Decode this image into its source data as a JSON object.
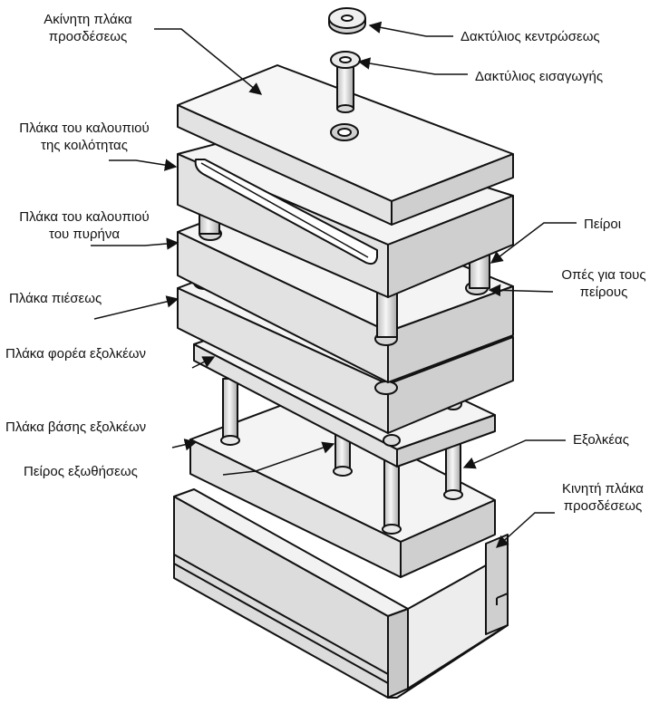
{
  "labels": {
    "fixed_clamping_plate": [
      "Ακίνητη πλάκα",
      "προσδέσεως"
    ],
    "cavity_plate": [
      "Πλάκα του καλουπιού",
      "της κοιλότητας"
    ],
    "core_plate": [
      "Πλάκα του καλουπιού",
      "του πυρήνα"
    ],
    "support_plate": [
      "Πλάκα πιέσεως"
    ],
    "ejector_retainer_plate": [
      "Πλάκα φορέα εξολκέων"
    ],
    "ejector_base_plate": [
      "Πλάκα βάσης εξολκέων"
    ],
    "return_pin": [
      "Πείρος εξωθήσεως"
    ],
    "locating_ring": [
      "Δακτύλιος κεντρώσεως"
    ],
    "sprue_bushing": [
      "Δακτύλιος εισαγωγής"
    ],
    "guide_pins": [
      "Πείροι"
    ],
    "guide_holes": [
      "Οπές για τους",
      "πείρους"
    ],
    "ejector": [
      "Εξολκέας"
    ],
    "moving_clamping_plate": [
      "Κινητή πλάκα",
      "προσδέσεως"
    ]
  },
  "colors": {
    "line": "#111111",
    "top_face": "#f4f4f4",
    "front_face": "#e2e2e2",
    "side_face": "#cfcfcf",
    "pin": "#dcdcdc"
  }
}
